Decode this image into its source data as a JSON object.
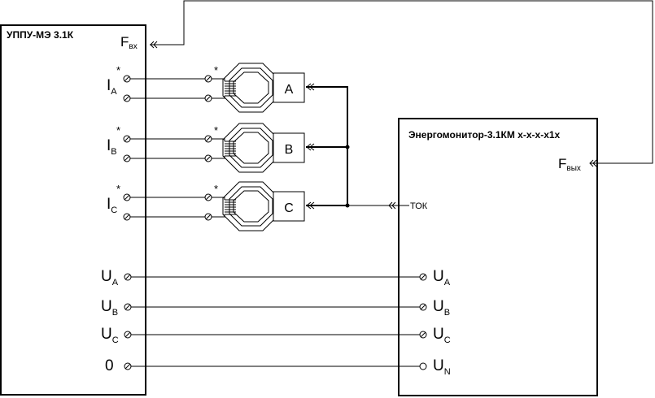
{
  "left_device": {
    "title": "УППУ-МЭ 3.1К",
    "freq_input": {
      "main": "F",
      "sub": "вх"
    },
    "current_inputs": [
      {
        "main": "I",
        "sub": "A"
      },
      {
        "main": "I",
        "sub": "B"
      },
      {
        "main": "I",
        "sub": "C"
      }
    ],
    "voltage_inputs": [
      {
        "main": "U",
        "sub": "A"
      },
      {
        "main": "U",
        "sub": "B"
      },
      {
        "main": "U",
        "sub": "C"
      },
      {
        "main": "0",
        "sub": ""
      }
    ]
  },
  "transformers": {
    "labels": [
      "A",
      "B",
      "C"
    ],
    "polarity_mark": "*"
  },
  "right_device": {
    "title": "Энергомонитор-3.1КМ x-x-x-x1x",
    "freq_output": {
      "main": "F",
      "sub": "вых"
    },
    "current_output": "ТОК",
    "voltage_inputs": [
      {
        "main": "U",
        "sub": "A"
      },
      {
        "main": "U",
        "sub": "B"
      },
      {
        "main": "U",
        "sub": "C"
      },
      {
        "main": "U",
        "sub": "N"
      }
    ]
  }
}
